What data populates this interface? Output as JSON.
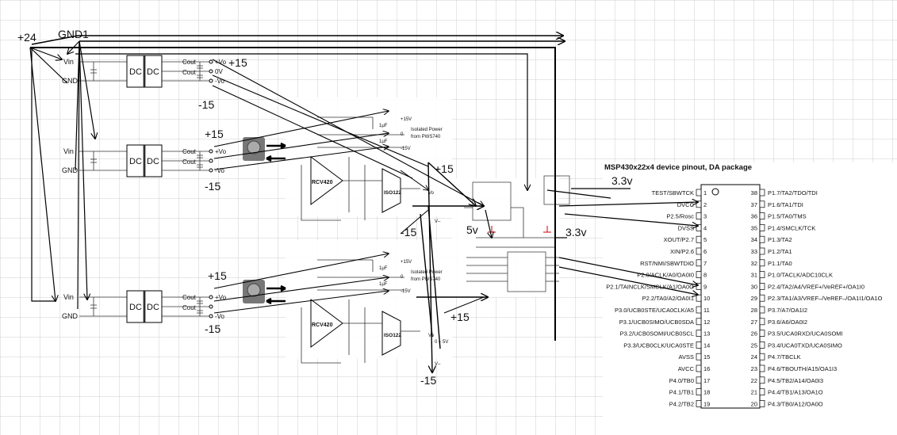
{
  "rails": {
    "plus24": "+24",
    "gnd1": "GND1"
  },
  "dcdc": {
    "block_label": "DC",
    "vin": "Vin",
    "gnd": "GND",
    "cout": "Cout",
    "out_pos": "+Vo",
    "out_zero": "0V",
    "out_neg": "-Vo"
  },
  "voltages": {
    "p15": "+15",
    "m15": "-15",
    "v5": "5v",
    "v33": "3.3v"
  },
  "isolated": {
    "rcv": "RCV420",
    "iso": "ISO122",
    "power_title": "Isolated Power from PWS740",
    "cap": "1μF",
    "rail_p15": "+15V",
    "rail_0": "0",
    "rail_m15": "-15V",
    "out_range": "0 – 5V",
    "vo": "Vo",
    "vminus": "V–"
  },
  "mcu": {
    "title": "MSP430x22x4 device pinout, DA package",
    "left_pins": [
      "TEST/SBWTCK",
      "DVCC",
      "P2.5/Rosc",
      "DVSS",
      "XOUT/P2.7",
      "XIN/P2.6",
      "RST/NMI/SBWTDIO",
      "P2.0/ACLK/A0/OA0I0",
      "P2.1/TAINCLK/SMCLK/A1/OA0O",
      "P2.2/TA0/A2/OA0I1",
      "P3.0/UCB0STE/UCA0CLK/A5",
      "P3.1/UCB0SIMO/UCB0SDA",
      "P3.2/UCB0SOMI/UCB0SCL",
      "P3.3/UCB0CLK/UCA0STE",
      "AVSS",
      "AVCC",
      "P4.0/TB0",
      "P4.1/TB1",
      "P4.2/TB2"
    ],
    "right_pins": [
      "P1.7/TA2/TDO/TDI",
      "P1.6/TA1/TDI",
      "P1.5/TA0/TMS",
      "P1.4/SMCLK/TCK",
      "P1.3/TA2",
      "P1.2/TA1",
      "P1.1/TA0",
      "P1.0/TACLK/ADC10CLK",
      "P2.4/TA2/A4/VREF+/VeREF+/OA1I0",
      "P2.3/TA1/A3/VREF–/VeREF–/OA1I1/OA1O",
      "P3.7/A7/OA1I2",
      "P3.6/A6/OA0I2",
      "P3.5/UCA0RXD/UCA0SOMI",
      "P3.4/UCA0TXD/UCA0SIMO",
      "P4.7/TBCLK",
      "P4.6/TBOUTH/A15/OA1I3",
      "P4.5/TB2/A14/OA0I3",
      "P4.4/TB1/A13/OA1O",
      "P4.3/TB0/A12/OA0O"
    ]
  }
}
